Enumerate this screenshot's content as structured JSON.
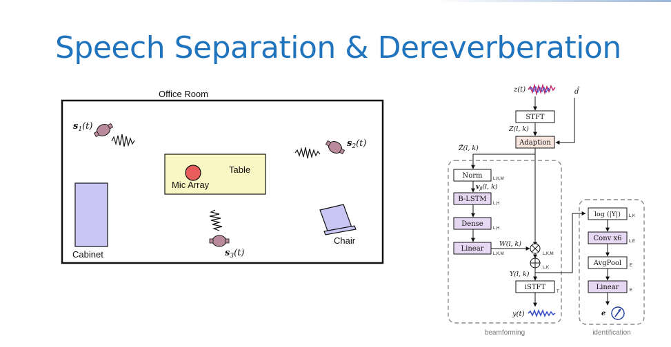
{
  "slide": {
    "title": "Speech Separation & Dereverberation"
  },
  "room": {
    "title": "Office Room",
    "table_label": "Table",
    "mic_label": "Mic Array",
    "cabinet_label": "Cabinet",
    "chair_label": "Chair",
    "speaker1": "s",
    "speaker1_sub": "1",
    "speaker1_arg": "(t)",
    "speaker2": "s",
    "speaker2_sub": "2",
    "speaker2_arg": "(t)",
    "speaker3": "s",
    "speaker3_sub": "3",
    "speaker3_arg": "(t)"
  },
  "pipeline": {
    "input_signal": "z(t)",
    "d_hat": "d̂",
    "stft": "STFT",
    "Z": "Z(l, k)",
    "adaption": "Adaption",
    "Z_tilde": "Z̃(l, k)",
    "norm": "Norm",
    "norm_dim": "L,K,M",
    "v_label": "v",
    "v_sub": "β̂",
    "v_arg": "(l, k)",
    "blstm": "B-LSTM",
    "blstm_dim": "L,H",
    "dense": "Dense",
    "dense_dim": "L,H",
    "linear1": "Linear",
    "linear1_dim": "L,K,M",
    "W": "W(l, k)",
    "mult_dim": "L,K,M",
    "sum_dim": "L,K",
    "Y": "Y(l, k)",
    "istft": "iSTFT",
    "istft_dim": "T",
    "output_signal": "y(t)",
    "beamforming_label": "beamforming",
    "log": "log (|Y|)",
    "log_dim": "L,K",
    "conv": "Conv x6",
    "conv_dim": "L,E",
    "avgpool": "AvgPool",
    "avgpool_dim": "E",
    "linear2": "Linear",
    "linear2_dim": "E",
    "e_label": "e",
    "identification_label": "identification"
  },
  "colors": {
    "title": "#1f74bd",
    "table_fill": "#fbf7c4",
    "cabinet_fill": "#c9c6f4",
    "speaker_fill": "#b98a9c",
    "mic_fill": "#e85c5c",
    "purple_block": "#e6d8f2",
    "peach_block": "#f9e7df"
  }
}
